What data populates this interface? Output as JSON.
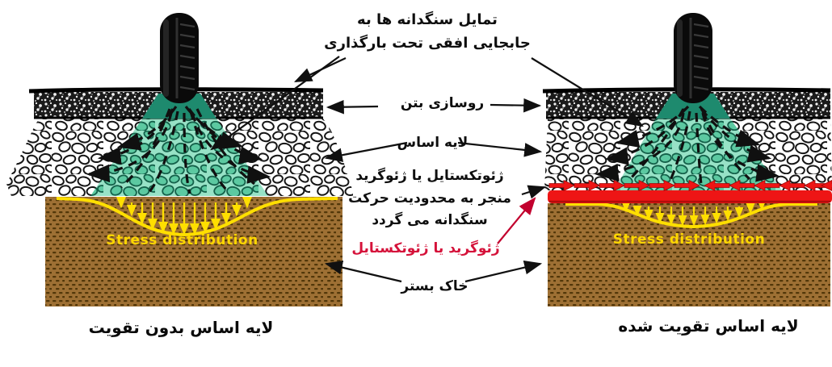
{
  "annotations": {
    "load_tendency": {
      "line1": "تمایل سنگدانه ها به",
      "line2": "جابجایی افقی تحت بارگذاری"
    },
    "concrete_pavement": "روسازی بتن",
    "base_layer": "لایه اساس",
    "geo_restraint": {
      "line1": "ژئوتکستایل یا ژئوگرید",
      "line2": "منجر به محدودیت حرکت",
      "line3": "سنگدانه می گردد"
    },
    "geogrid_red": "ژئوگرید یا ژئوتکستایل",
    "subgrade": "خاک بستر"
  },
  "left_diagram": {
    "caption": "لایه اساس بدون تقویت",
    "stress_label": "Stress distribution"
  },
  "right_diagram": {
    "caption": "لایه اساس تقویت شده",
    "stress_label": "Stress distribution"
  },
  "colors": {
    "cone_dark_teal": "#1e8a6e",
    "cone_light_teal": "#97e2c6",
    "cone_stone_teal": "#5cc9a1",
    "stress_yellow": "#ffdf00",
    "subgrade_brown": "#9e7034",
    "geogrid_red": "#ee1515",
    "red_label": "#d5123a",
    "annotation_black": "#101010"
  }
}
